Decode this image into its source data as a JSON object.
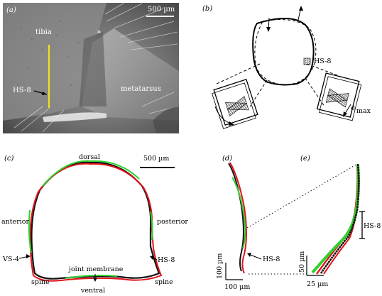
{
  "panels": {
    "a": {
      "letter": "(a)",
      "scale_bar": "500 µm",
      "labels": {
        "tibia": "tibia",
        "hs8": "HS-8",
        "metatarsus": "metatarsus",
        "star": "*"
      }
    },
    "b": {
      "letter": "(b)",
      "labels": {
        "hs8": "HS-8",
        "sigma": "σ",
        "sigma_sub": "max"
      }
    },
    "c": {
      "letter": "(c)",
      "scale_bar": "500 µm",
      "labels": {
        "dorsal": "dorsal",
        "anterior": "anterior",
        "posterior": "posterior",
        "vs4": "VS-4",
        "hs8": "HS-8",
        "spine_left": "spine",
        "spine_right": "spine",
        "joint_membrane": "joint membrane",
        "ventral": "ventral"
      }
    },
    "d": {
      "letter": "(d)",
      "labels": {
        "hs8": "HS-8",
        "scale_v": "100 µm",
        "scale_h": "100 µm"
      }
    },
    "e": {
      "letter": "(e)",
      "labels": {
        "hs8": "HS-8",
        "scale_v": "50 µm",
        "scale_h": "25 µm"
      }
    }
  },
  "colors": {
    "trace_black": "#111111",
    "trace_red": "#e0141c",
    "trace_green": "#2fd12f",
    "marker_yellow": "#f0e020",
    "sem_background": "#3a3a3a"
  }
}
